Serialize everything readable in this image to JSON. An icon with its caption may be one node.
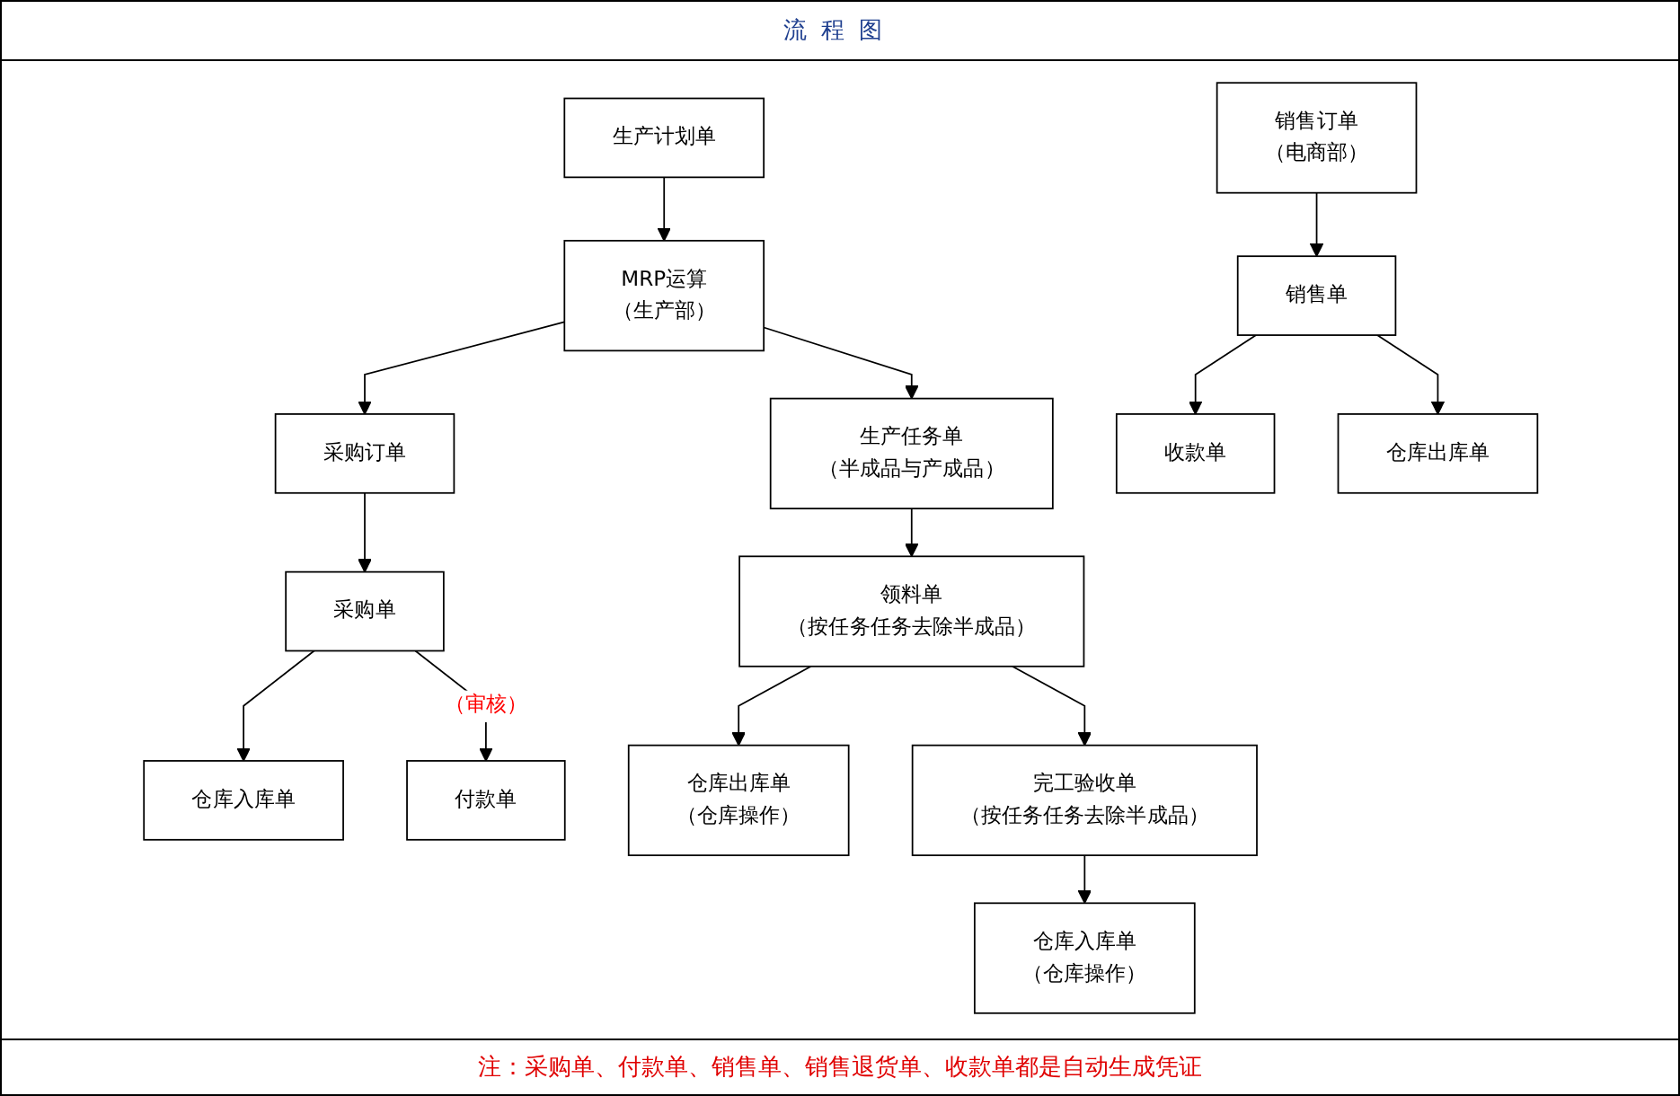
{
  "diagram": {
    "title": "流程图",
    "caption": "注：采购单、付款单、销售单、销售退货单、收款单都是自动生成凭证",
    "nodes": [
      {
        "text": [
          "采购订单"
        ]
      },
      {
        "text": [
          "采购单"
        ]
      },
      {
        "text": [
          "仓库入库单"
        ]
      },
      {
        "text": [
          "生产计划单"
        ]
      },
      {
        "text": [
          "MRP运算",
          "（生产部）"
        ]
      },
      {
        "text": [
          "付款单"
        ]
      },
      {
        "text": [
          "生产任务单",
          "（半成品与产成品）"
        ]
      },
      {
        "text": [
          "领料单",
          "（按任务任务去除半成品）"
        ]
      },
      {
        "text": [
          "仓库出库单",
          "（仓库操作）"
        ]
      },
      {
        "text": [
          "仓库入库单",
          "（仓库操作）"
        ]
      },
      {
        "text": [
          "完工验收单",
          "（按任务任务去除半成品）"
        ]
      },
      {
        "text": [
          "销售订单",
          "（电商部）"
        ]
      },
      {
        "text": [
          "销售单"
        ]
      },
      {
        "text": [
          "收款单"
        ]
      },
      {
        "text": [
          "仓库出库单"
        ]
      }
    ],
    "edges": [
      {
        "from": 0,
        "to": 1,
        "arrow": "to"
      },
      {
        "from": 1,
        "to": 2,
        "arrow": "to"
      },
      {
        "from": 3,
        "to": 4,
        "arrow": "to"
      },
      {
        "from": 4,
        "to": 0,
        "arrow": "to"
      },
      {
        "from": 1,
        "to": 5,
        "arrow": "to",
        "label": "（审核）"
      },
      {
        "from": 4,
        "to": 6,
        "arrow": "to"
      },
      {
        "from": 6,
        "to": 7,
        "arrow": "to"
      },
      {
        "from": 7,
        "to": 8,
        "arrow": "to"
      },
      {
        "from": 7,
        "to": 10,
        "arrow": "to"
      },
      {
        "from": 10,
        "to": 9,
        "arrow": "to"
      },
      {
        "from": 11,
        "to": 12,
        "arrow": "to"
      },
      {
        "from": 12,
        "to": 13,
        "arrow": "to"
      },
      {
        "from": 12,
        "to": 14,
        "arrow": "to"
      }
    ]
  }
}
